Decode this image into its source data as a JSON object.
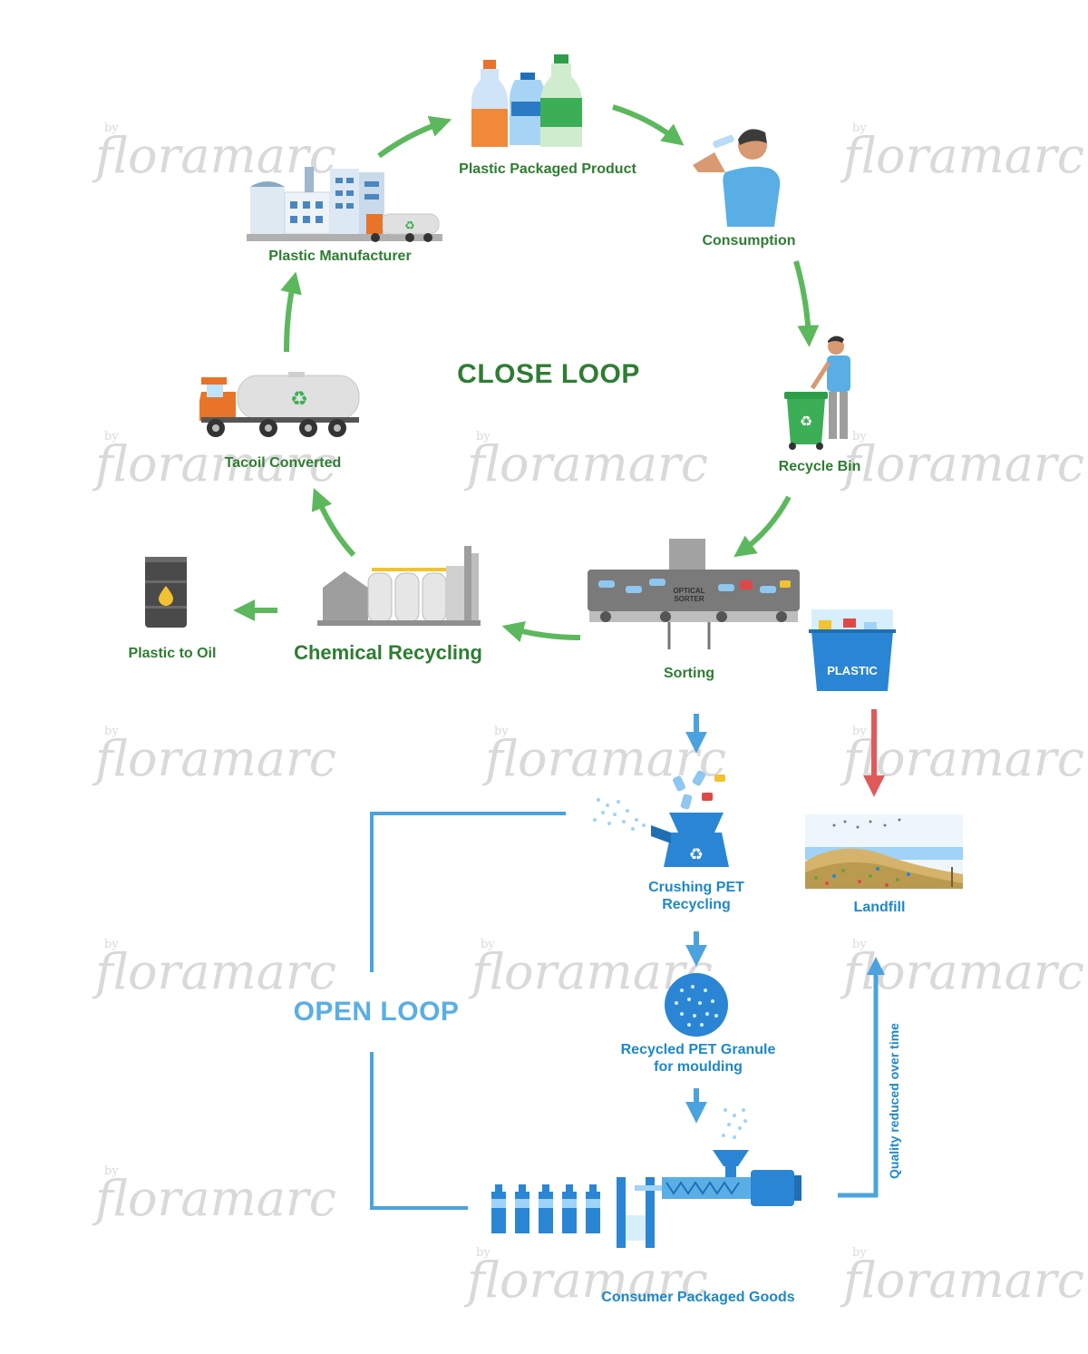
{
  "watermark": {
    "by": "by",
    "name": "floramarc"
  },
  "close_loop": {
    "title": "CLOSE LOOP",
    "nodes": {
      "plastic_product": "Plastic Packaged Product",
      "consumption": "Consumption",
      "recycle_bin": "Recycle Bin",
      "sorting": "Sorting",
      "chemical_recycling": "Chemical Recycling",
      "tacoil": "Tacoil Converted",
      "manufacturer": "Plastic Manufacturer",
      "plastic_to_oil": "Plastic to Oil"
    },
    "sorter_label_1": "OPTICAL",
    "sorter_label_2": "SORTER",
    "bin_label": "PLASTIC"
  },
  "open_loop": {
    "title": "OPEN LOOP",
    "nodes": {
      "crushing_1": "Crushing PET",
      "crushing_2": "Recycling",
      "granule_1": "Recycled PET Granule",
      "granule_2": "for moulding",
      "consumer_goods": "Consumer Packaged Goods",
      "landfill": "Landfill"
    },
    "quality_note": "Quality reduced over time"
  },
  "colors": {
    "green_arrow": "#5cb85c",
    "green_text": "#2e7d32",
    "blue": "#1e88c8",
    "light_blue": "#5aaee6",
    "red_arrow": "#e05a5a",
    "orange": "#e8742a"
  }
}
